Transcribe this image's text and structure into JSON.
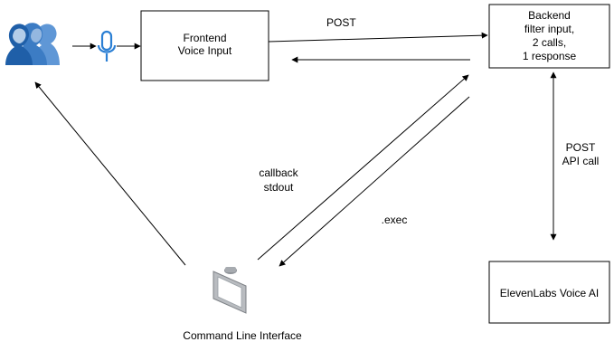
{
  "nodes": {
    "frontend": {
      "line1": "Frontend",
      "line2": "Voice Input"
    },
    "backend": {
      "line1": "Backend",
      "line2": "filter input,",
      "line3": "2 calls,",
      "line4": "1 response"
    },
    "elevenlabs": {
      "label": "ElevenLabs Voice AI"
    },
    "cli": {
      "label": "Command Line Interface"
    }
  },
  "edges": {
    "post_frontend_backend": "POST",
    "post_api_call_line1": "POST",
    "post_api_call_line2": "API call",
    "callback_line1": "callback",
    "callback_line2": "stdout",
    "exec": ".exec"
  },
  "icons": {
    "users": "users-icon",
    "microphone": "microphone-icon",
    "terminal": "terminal-icon"
  },
  "colors": {
    "users_icon": "#1f5fa8",
    "microphone": "#2b7fd4",
    "terminal_body": "#b9bcc0",
    "terminal_screen": "#ffffff",
    "line": "#000000"
  }
}
